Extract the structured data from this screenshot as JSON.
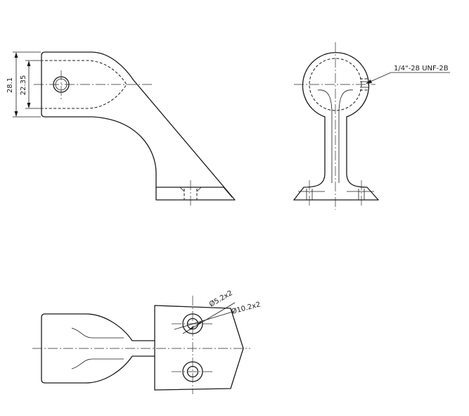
{
  "side_view": {
    "dim_overall_height": "28.1",
    "dim_inner_height": "22.35"
  },
  "front_view": {
    "thread_callout": "1/4\"-28 UNF-2B"
  },
  "top_view": {
    "hole_small_callout": "Ø5.2x2",
    "hole_large_callout": "Ø10.2x2"
  }
}
